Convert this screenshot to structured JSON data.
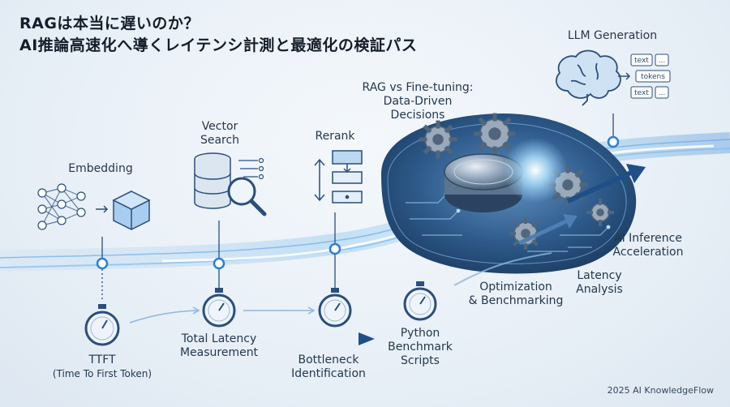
{
  "title": {
    "line1": "RAGは本当に遅いのか？",
    "line2": "AI推論高速化へ導くレイテンシ計測と最適化の検証パス"
  },
  "stages": {
    "embedding": "Embedding",
    "vector_search": [
      "Vector",
      "Search"
    ],
    "rerank": "Rerank",
    "rag_vs_ft": [
      "RAG vs Fine-tuning:",
      "Data-Driven",
      "Decisions"
    ],
    "llm_generation": "LLM Generation"
  },
  "token_labels": [
    "text",
    "...",
    "tokens",
    "text",
    "..."
  ],
  "measurements": {
    "ttft": [
      "TTFT",
      "(Time To First Token)"
    ],
    "total_latency": [
      "Total Latency",
      "Measurement"
    ],
    "bottleneck": [
      "Bottleneck",
      "Identification"
    ],
    "python_scripts": [
      "Python",
      "Benchmark",
      "Scripts"
    ],
    "optimization": [
      "Optimization",
      "& Benchmarking"
    ],
    "latency_analysis": [
      "Latency",
      "Analysis"
    ],
    "ai_inference": [
      "AI Inference",
      "Acceleration"
    ]
  },
  "footer": "2025 AI KnowledgeFlow",
  "colors": {
    "accent": "#2f7fd0",
    "dark_blue": "#1f4f86",
    "glow": "#8fd0ff",
    "icon_stroke": "#2b4f7a"
  }
}
